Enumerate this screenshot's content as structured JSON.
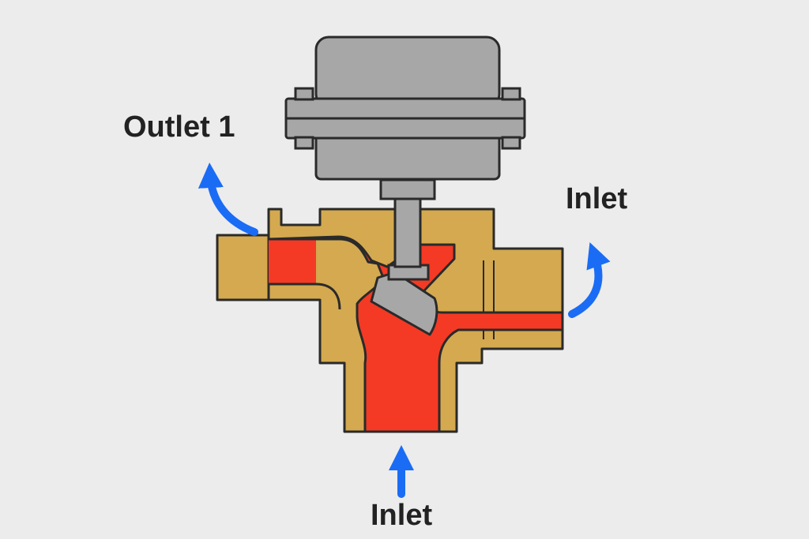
{
  "labels": {
    "outlet_1": "Outlet 1",
    "inlet_right": "Inlet",
    "inlet_bottom": "Inlet"
  },
  "colors": {
    "background": "#ececec",
    "valve_body": "#d4a94f",
    "flow": "#f43a24",
    "actuator": "#a7a7a7",
    "flow_arrow": "#1a6cf5",
    "outline": "#2a2a2a"
  }
}
